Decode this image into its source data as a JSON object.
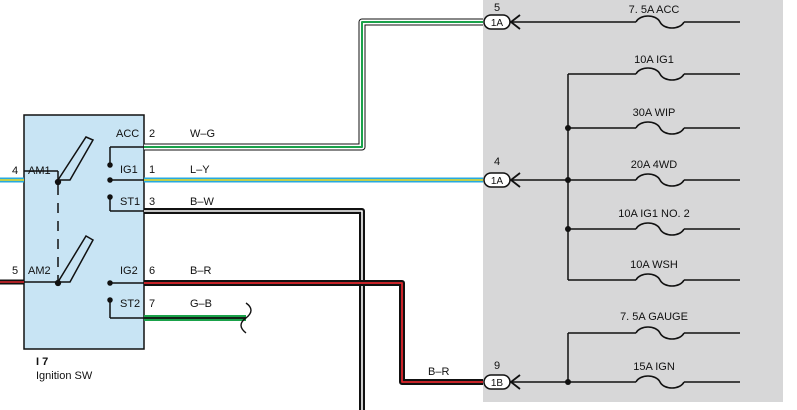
{
  "colors": {
    "fuse_box_bg": "#d7d7d8",
    "switch_bg": "#c8e4f4",
    "wire_white": "#ffffff",
    "wire_green": "#1aa24a",
    "wire_blue": "#27a9df",
    "wire_yellow": "#f2da1c",
    "wire_black": "#111111",
    "wire_red": "#e0262c"
  },
  "switch": {
    "component_id": "I 7",
    "component_name": "Ignition SW",
    "left_pins": [
      {
        "pin": "4",
        "name": "AM1"
      },
      {
        "pin": "5",
        "name": "AM2"
      }
    ],
    "right_pins": [
      {
        "name": "ACC",
        "pin": "2"
      },
      {
        "name": "IG1",
        "pin": "1"
      },
      {
        "name": "ST1",
        "pin": "3"
      },
      {
        "name": "IG2",
        "pin": "6"
      },
      {
        "name": "ST2",
        "pin": "7"
      }
    ]
  },
  "wires": [
    {
      "code": "W–G"
    },
    {
      "code": "L–Y"
    },
    {
      "code": "B–W"
    },
    {
      "code": "B–R"
    },
    {
      "code": "G–B"
    },
    {
      "code": "B–R"
    }
  ],
  "connectors": [
    {
      "pin": "5",
      "label": "1A"
    },
    {
      "pin": "4",
      "label": "1A"
    },
    {
      "pin": "9",
      "label": "1B"
    }
  ],
  "fuses": [
    {
      "label": "7. 5A ACC"
    },
    {
      "label": "10A IG1"
    },
    {
      "label": "30A WIP"
    },
    {
      "label": "20A 4WD"
    },
    {
      "label": "10A IG1 NO. 2"
    },
    {
      "label": "10A WSH"
    },
    {
      "label": "7. 5A GAUGE"
    },
    {
      "label": "15A IGN"
    }
  ]
}
